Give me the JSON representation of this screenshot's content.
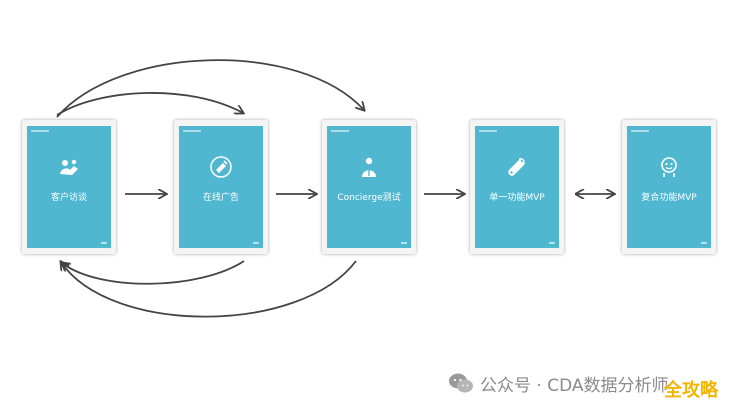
{
  "diagram": {
    "nodes": [
      {
        "id": "n1",
        "label": "客户访谈",
        "icon": "handshake-icon"
      },
      {
        "id": "n2",
        "label": "在线广告",
        "icon": "megaphone-icon"
      },
      {
        "id": "n3",
        "label": "Concierge测试",
        "icon": "concierge-icon"
      },
      {
        "id": "n4",
        "label": "单一功能MVP",
        "icon": "wrench-icon"
      },
      {
        "id": "n5",
        "label": "复合功能MVP",
        "icon": "face-icon"
      }
    ],
    "edges": [
      {
        "from": "n1",
        "to": "n2",
        "style": "straight"
      },
      {
        "from": "n2",
        "to": "n3",
        "style": "straight"
      },
      {
        "from": "n3",
        "to": "n4",
        "style": "straight"
      },
      {
        "from": "n4",
        "to": "n5",
        "style": "bidirectional"
      },
      {
        "from": "n1",
        "to": "n2",
        "style": "arc-top"
      },
      {
        "from": "n1",
        "to": "n3",
        "style": "arc-top"
      },
      {
        "from": "n2",
        "to": "n1",
        "style": "arc-bottom"
      },
      {
        "from": "n3",
        "to": "n1",
        "style": "arc-bottom"
      }
    ],
    "colors": {
      "card_fill": "#4fb7d0",
      "card_frame": "#f4f4f4",
      "arrow": "#444444"
    }
  },
  "watermark": {
    "text": "公众号 · CDA数据分析师",
    "icon": "wechat-icon"
  },
  "corner_badge": {
    "text": "全攻略"
  }
}
